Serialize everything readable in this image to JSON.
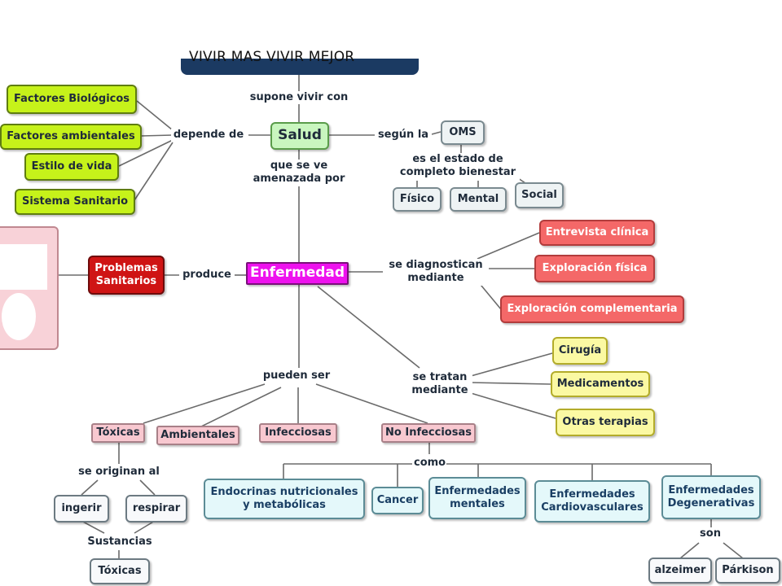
{
  "title": "VIVIR MAS VIVIR MEJOR",
  "colors": {
    "lime": "#c6f21a",
    "light_green": "#c9f6bf",
    "red": "#cf1414",
    "magenta": "#ee12ee",
    "salmon": "#f46868",
    "yellow": "#fbf9a3",
    "pink": "#f8c8d0",
    "light_cyan": "#e4f8fa",
    "banner_navy": "#1b3a62"
  },
  "nodes": {
    "salud": "Salud",
    "factores_biologicos": "Factores Biológicos",
    "factores_ambientales": "Factores ambientales",
    "estilo_de_vida": "Estilo de vida",
    "sistema_sanitario": "Sistema Sanitario",
    "oms": "OMS",
    "fisico": "Físico",
    "mental": "Mental",
    "social": "Social",
    "enfermedad": "Enfermedad",
    "problemas_sanitarios": "Problemas\nSanitarios",
    "entrevista_clinica": "Entrevista clínica",
    "exploracion_fisica": "Exploración física",
    "exploracion_complementaria": "Exploración complementaria",
    "cirugia": "Cirugía",
    "medicamentos": "Medicamentos",
    "otras_terapias": "Otras terapias",
    "toxicas": "Tóxicas",
    "ambientales": "Ambientales",
    "infecciosas": "Infecciosas",
    "no_infecciosas": "No Infecciosas",
    "ingerir": "ingerir",
    "respirar": "respirar",
    "sustancias_toxicas": "Tóxicas",
    "endocrinas": "Endocrinas nutricionales\ny metabólicas",
    "cancer": "Cancer",
    "enf_mentales": "Enfermedades\nmentales",
    "enf_cardio": "Enfermedades\nCardiovasculares",
    "enf_degenerativas": "Enfermedades\nDegenerativas",
    "alzeimer": "alzeimer",
    "parkison": "Párkison"
  },
  "links": {
    "supone_vivir_con": "supone vivir con",
    "depende_de": "depende de",
    "segun_la": "según la",
    "es_el_estado": "es el estado de\ncompleto bienestar",
    "que_se_ve": "que se ve\namenazada por",
    "produce": "produce",
    "se_diagnostican": "se diagnostican\nmediante",
    "pueden_ser": "pueden ser",
    "se_tratan": "se tratan\nmediante",
    "se_originan_al": "se originan al",
    "sustancias": "Sustancias",
    "como": "como",
    "son": "son"
  }
}
